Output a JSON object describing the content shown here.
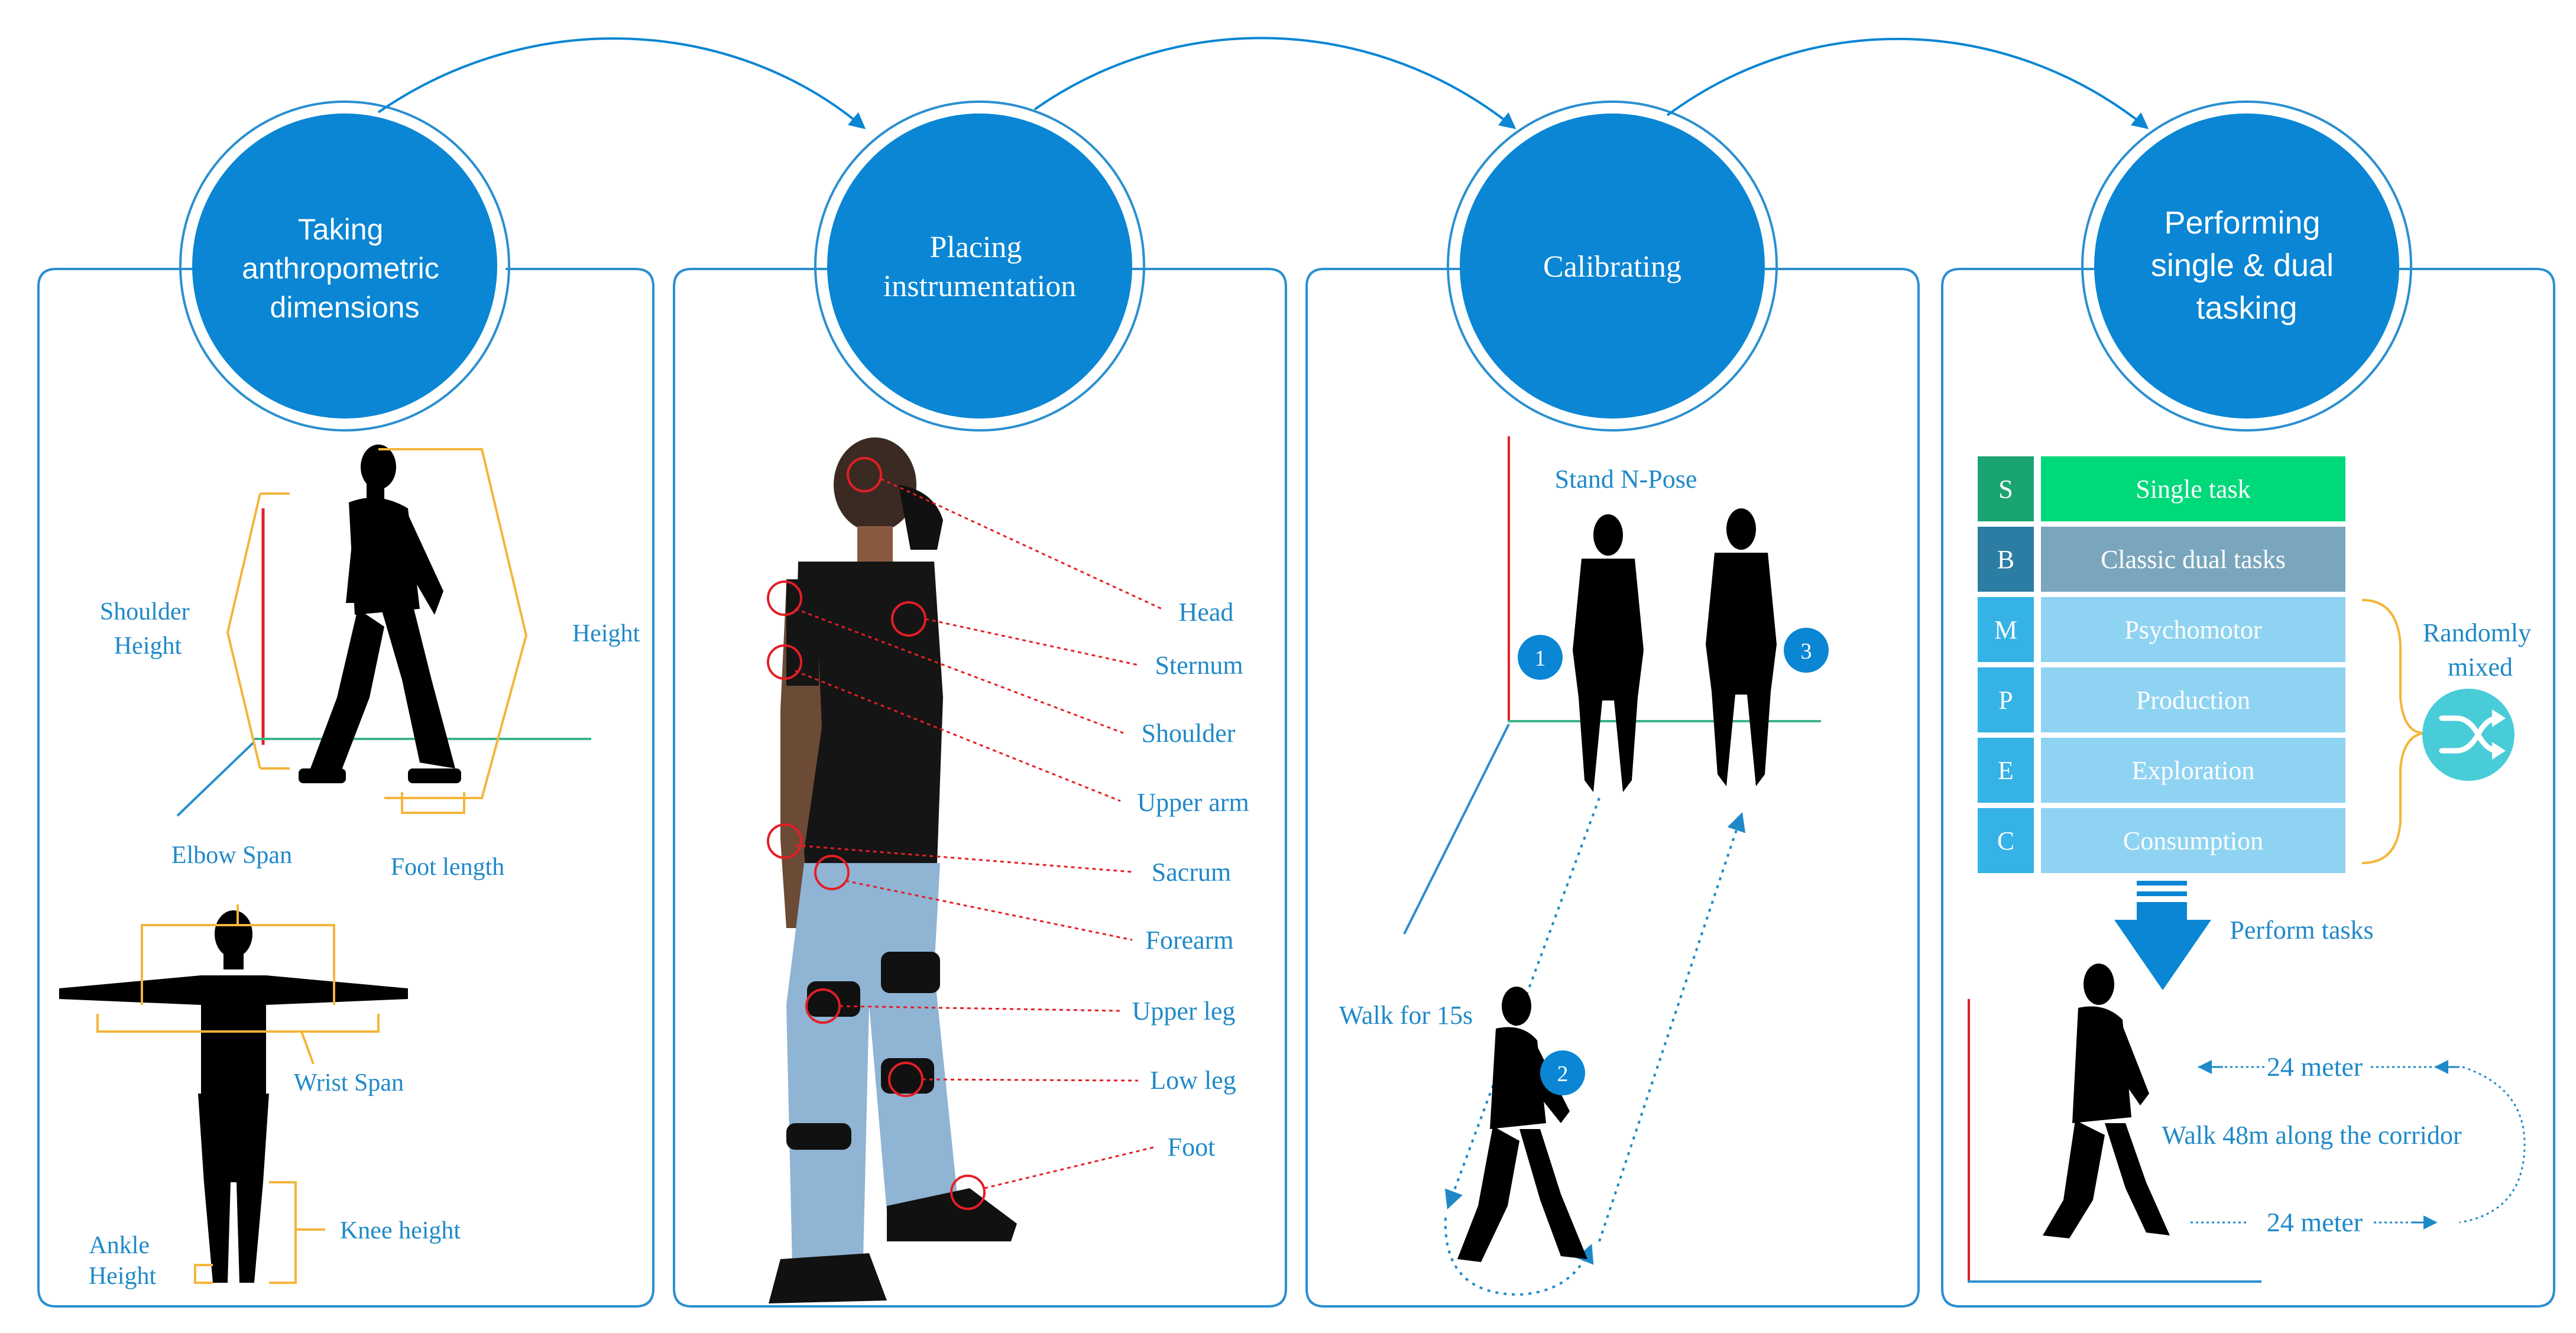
{
  "stages": [
    {
      "title_lines": [
        "Taking",
        "anthropometric",
        "dimensions"
      ]
    },
    {
      "title_lines": [
        "Placing",
        "instrumentation"
      ]
    },
    {
      "title_lines": [
        "Calibrating"
      ]
    },
    {
      "title_lines": [
        "Performing",
        "single & dual",
        "tasking"
      ]
    }
  ],
  "anthropometry": {
    "shoulder_height": [
      "Shoulder",
      "Height"
    ],
    "height": "Height",
    "foot_length": "Foot length",
    "elbow_span": "Elbow Span",
    "wrist_span": "Wrist Span",
    "knee_height": "Knee height",
    "ankle_height": [
      "Ankle",
      "Height"
    ]
  },
  "sensors": [
    "Head",
    "Sternum",
    "Shoulder",
    "Upper arm",
    "Sacrum",
    "Forearm",
    "Upper leg",
    "Low leg",
    "Foot"
  ],
  "calibration": {
    "stand_label": "Stand N-Pose",
    "walk_label": "Walk for 15s",
    "steps": [
      "1",
      "2",
      "3"
    ]
  },
  "tasks": {
    "rows": [
      {
        "code": "S",
        "name": "Single task"
      },
      {
        "code": "B",
        "name": "Classic dual tasks"
      },
      {
        "code": "M",
        "name": "Psychomotor"
      },
      {
        "code": "P",
        "name": "Production"
      },
      {
        "code": "E",
        "name": "Exploration"
      },
      {
        "code": "C",
        "name": "Consumption"
      }
    ],
    "randomly_mixed": [
      "Randomly",
      "mixed"
    ],
    "perform_tasks": "Perform tasks",
    "distance_top": "24 meter",
    "distance_bottom": "24 meter",
    "walk_label": "Walk 48m along the corridor"
  },
  "colors": {
    "primary_blue": "#0a86d4",
    "text_blue": "#1f89c8",
    "line_blue": "#2a8fd0",
    "orange": "#f3b63a",
    "red": "#e41e25",
    "green": "#3cb38a",
    "task_s": "#00d97a",
    "task_b": "#7aa6bd",
    "task_light": "#8fd3f2",
    "code_s": "#1aa472",
    "code_b": "#2c7da3",
    "code_light": "#35b2e6",
    "shuffle_teal": "#48cdd8"
  },
  "icons": [
    "shuffle-icon"
  ]
}
